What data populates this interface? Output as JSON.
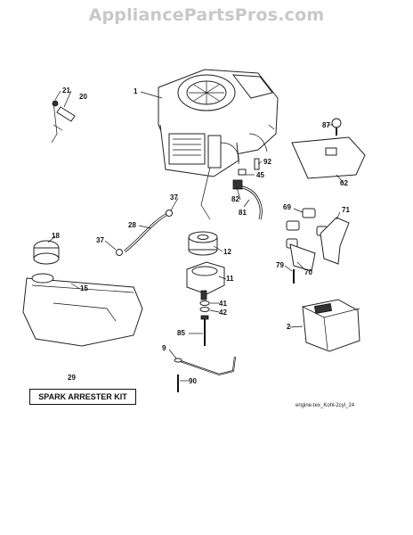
{
  "watermark": "AppliancePartsPros.com",
  "callouts": {
    "c1": "1",
    "c2": "2",
    "c9": "9",
    "c11": "11",
    "c12": "12",
    "c15": "15",
    "c18": "18",
    "c20": "20",
    "c21": "21",
    "c28": "28",
    "c29": "29",
    "c37a": "37",
    "c37b": "37",
    "c41": "41",
    "c42": "42",
    "c45": "45",
    "c62": "62",
    "c69": "69",
    "c70": "70",
    "c71": "71",
    "c79": "79",
    "c81": "81",
    "c82": "82",
    "c85": "85",
    "c87": "87",
    "c90": "90",
    "c92": "92"
  },
  "kit_label": "SPARK ARRESTER KIT",
  "caption": "engine-tex_Kohl-2cyl_24"
}
